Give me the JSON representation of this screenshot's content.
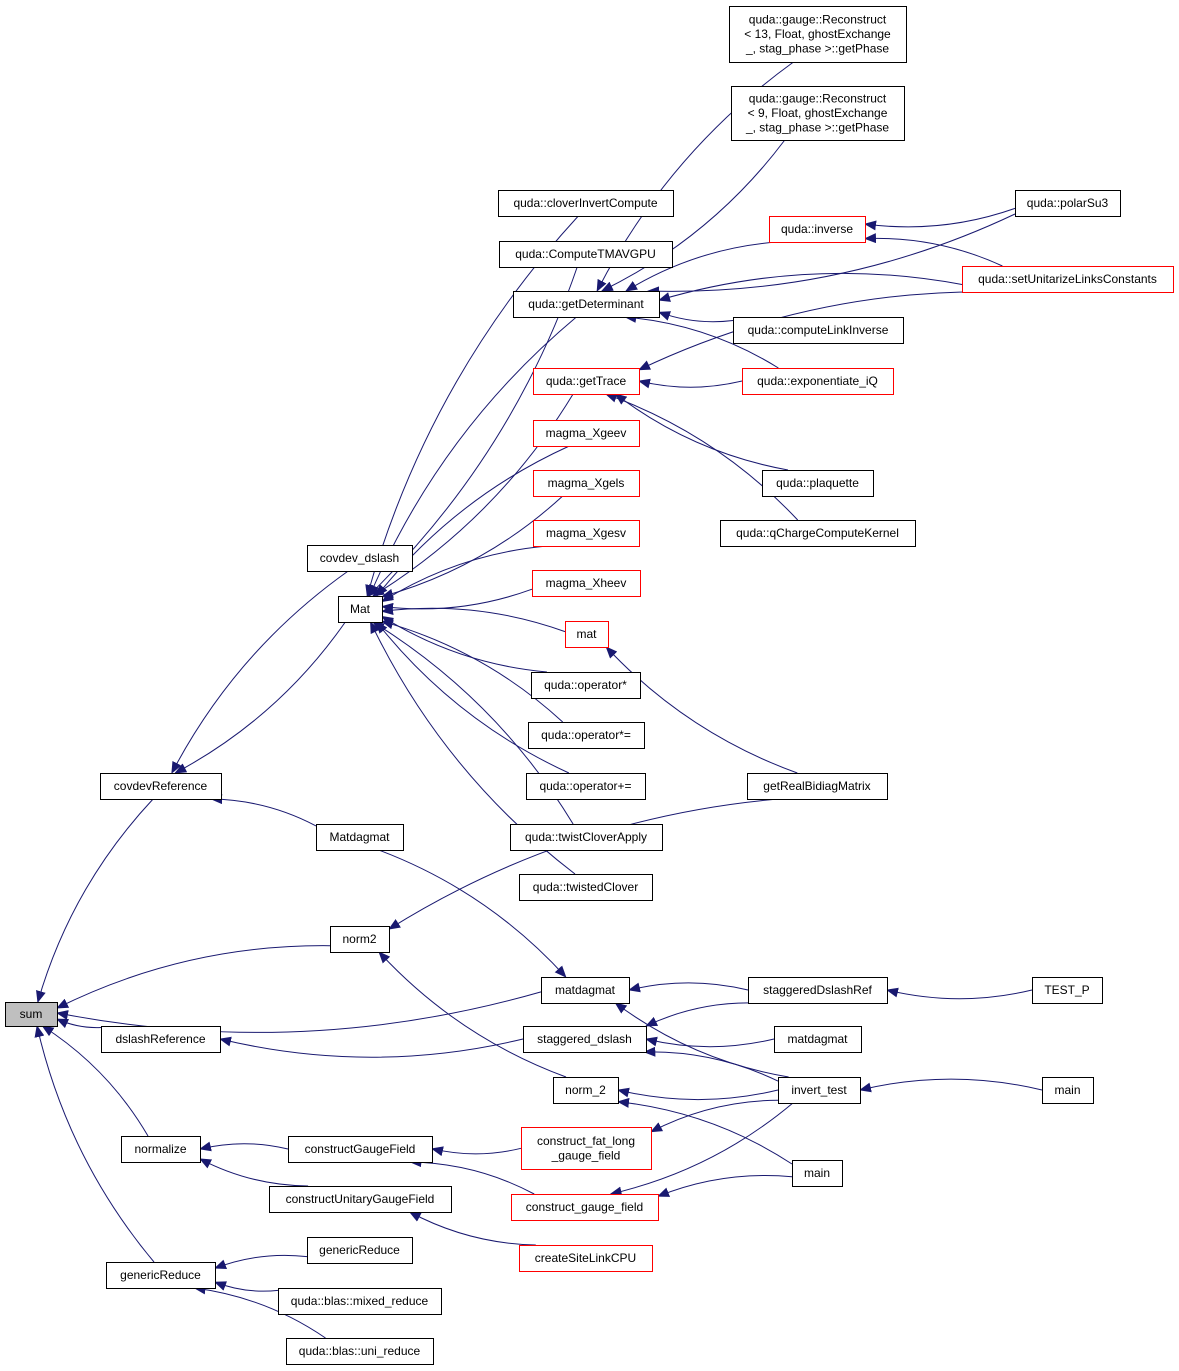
{
  "colors": {
    "edge": "#191970",
    "node_border": "#000000",
    "truncated_border": "#ff0000",
    "root_fill": "#bfbfbf"
  },
  "nodes": [
    {
      "id": "sum",
      "lines": [
        "sum"
      ],
      "style": "root"
    },
    {
      "id": "covdevReference",
      "lines": [
        "covdevReference"
      ]
    },
    {
      "id": "dslashReference",
      "lines": [
        "dslashReference"
      ]
    },
    {
      "id": "normalize",
      "lines": [
        "normalize"
      ]
    },
    {
      "id": "genericReduce",
      "lines": [
        "genericReduce"
      ]
    },
    {
      "id": "norm2",
      "lines": [
        "norm2"
      ]
    },
    {
      "id": "matdagmat1",
      "lines": [
        "matdagmat"
      ]
    },
    {
      "id": "covdev_dslash",
      "lines": [
        "covdev_dslash"
      ]
    },
    {
      "id": "Mat",
      "lines": [
        "Mat"
      ]
    },
    {
      "id": "Matdagmat",
      "lines": [
        "Matdagmat"
      ]
    },
    {
      "id": "staggered_dslash",
      "lines": [
        "staggered_dslash"
      ]
    },
    {
      "id": "norm_2",
      "lines": [
        "norm_2"
      ]
    },
    {
      "id": "constructGaugeField",
      "lines": [
        "constructGaugeField"
      ]
    },
    {
      "id": "constructUnitaryGaugeField",
      "lines": [
        "constructUnitaryGaugeField"
      ]
    },
    {
      "id": "genericReduce2",
      "lines": [
        "genericReduce"
      ]
    },
    {
      "id": "mixed_reduce",
      "lines": [
        "quda::blas::mixed_reduce"
      ]
    },
    {
      "id": "uni_reduce",
      "lines": [
        "quda::blas::uni_reduce"
      ]
    },
    {
      "id": "cloverInvertCompute",
      "lines": [
        "quda::cloverInvertCompute"
      ]
    },
    {
      "id": "ComputeTMAVGPU",
      "lines": [
        "quda::ComputeTMAVGPU"
      ]
    },
    {
      "id": "getDeterminant",
      "lines": [
        "quda::getDeterminant"
      ]
    },
    {
      "id": "getTrace",
      "lines": [
        "quda::getTrace"
      ],
      "style": "red"
    },
    {
      "id": "magma_Xgeev",
      "lines": [
        "magma_Xgeev"
      ],
      "style": "red"
    },
    {
      "id": "magma_Xgels",
      "lines": [
        "magma_Xgels"
      ],
      "style": "red"
    },
    {
      "id": "magma_Xgesv",
      "lines": [
        "magma_Xgesv"
      ],
      "style": "red"
    },
    {
      "id": "magma_Xheev",
      "lines": [
        "magma_Xheev"
      ],
      "style": "red"
    },
    {
      "id": "mat",
      "lines": [
        "mat"
      ],
      "style": "red"
    },
    {
      "id": "opMul",
      "lines": [
        "quda::operator*"
      ]
    },
    {
      "id": "opMulEq",
      "lines": [
        "quda::operator*="
      ]
    },
    {
      "id": "opAddEq",
      "lines": [
        "quda::operator+="
      ]
    },
    {
      "id": "twistCloverApply",
      "lines": [
        "quda::twistCloverApply"
      ]
    },
    {
      "id": "twistedClover",
      "lines": [
        "quda::twistedClover"
      ]
    },
    {
      "id": "reconstruct13",
      "lines": [
        "quda::gauge::Reconstruct",
        "< 13, Float, ghostExchange",
        "_, stag_phase >::getPhase"
      ]
    },
    {
      "id": "reconstruct9",
      "lines": [
        "quda::gauge::Reconstruct",
        "< 9, Float, ghostExchange",
        "_, stag_phase >::getPhase"
      ]
    },
    {
      "id": "inverse",
      "lines": [
        "quda::inverse"
      ],
      "style": "red"
    },
    {
      "id": "computeLinkInverse",
      "lines": [
        "quda::computeLinkInverse"
      ]
    },
    {
      "id": "exponentiate_iQ",
      "lines": [
        "quda::exponentiate_iQ"
      ],
      "style": "red"
    },
    {
      "id": "plaquette",
      "lines": [
        "quda::plaquette"
      ]
    },
    {
      "id": "qChargeComputeKernel",
      "lines": [
        "quda::qChargeComputeKernel"
      ]
    },
    {
      "id": "polarSu3",
      "lines": [
        "quda::polarSu3"
      ]
    },
    {
      "id": "setUnitarizeLinksConstants",
      "lines": [
        "quda::setUnitarizeLinksConstants"
      ],
      "style": "red"
    },
    {
      "id": "getRealBidiagMatrix",
      "lines": [
        "getRealBidiagMatrix"
      ]
    },
    {
      "id": "staggeredDslashRef",
      "lines": [
        "staggeredDslashRef"
      ]
    },
    {
      "id": "matdagmat2",
      "lines": [
        "matdagmat"
      ]
    },
    {
      "id": "invert_test",
      "lines": [
        "invert_test"
      ]
    },
    {
      "id": "construct_fat_long",
      "lines": [
        "construct_fat_long",
        "_gauge_field"
      ],
      "style": "red"
    },
    {
      "id": "construct_gauge_field",
      "lines": [
        "construct_gauge_field"
      ],
      "style": "red"
    },
    {
      "id": "createSiteLinkCPU",
      "lines": [
        "createSiteLinkCPU"
      ],
      "style": "red"
    },
    {
      "id": "main1",
      "lines": [
        "main"
      ]
    },
    {
      "id": "TEST_P",
      "lines": [
        "TEST_P"
      ]
    },
    {
      "id": "main2",
      "lines": [
        "main"
      ]
    }
  ],
  "edges": [
    [
      "covdevReference",
      "sum"
    ],
    [
      "dslashReference",
      "sum"
    ],
    [
      "normalize",
      "sum"
    ],
    [
      "genericReduce",
      "sum"
    ],
    [
      "norm2",
      "sum"
    ],
    [
      "matdagmat1",
      "sum"
    ],
    [
      "covdev_dslash",
      "covdevReference"
    ],
    [
      "Mat",
      "covdevReference"
    ],
    [
      "Matdagmat",
      "covdevReference"
    ],
    [
      "staggered_dslash",
      "dslashReference"
    ],
    [
      "constructGaugeField",
      "normalize"
    ],
    [
      "constructUnitaryGaugeField",
      "normalize"
    ],
    [
      "genericReduce2",
      "genericReduce"
    ],
    [
      "mixed_reduce",
      "genericReduce"
    ],
    [
      "uni_reduce",
      "genericReduce"
    ],
    [
      "norm_2",
      "norm2"
    ],
    [
      "getRealBidiagMatrix",
      "norm2"
    ],
    [
      "Matdagmat",
      "matdagmat1"
    ],
    [
      "staggeredDslashRef",
      "matdagmat1"
    ],
    [
      "invert_test",
      "matdagmat1"
    ],
    [
      "cloverInvertCompute",
      "Mat"
    ],
    [
      "ComputeTMAVGPU",
      "Mat"
    ],
    [
      "getDeterminant",
      "Mat"
    ],
    [
      "getTrace",
      "Mat"
    ],
    [
      "magma_Xgeev",
      "Mat"
    ],
    [
      "magma_Xgels",
      "Mat"
    ],
    [
      "magma_Xgesv",
      "Mat"
    ],
    [
      "magma_Xheev",
      "Mat"
    ],
    [
      "mat",
      "Mat"
    ],
    [
      "opMul",
      "Mat"
    ],
    [
      "opMulEq",
      "Mat"
    ],
    [
      "opAddEq",
      "Mat"
    ],
    [
      "twistCloverApply",
      "Mat"
    ],
    [
      "twistedClover",
      "Mat"
    ],
    [
      "reconstruct13",
      "getDeterminant"
    ],
    [
      "reconstruct9",
      "getDeterminant"
    ],
    [
      "inverse",
      "getDeterminant"
    ],
    [
      "polarSu3",
      "getDeterminant"
    ],
    [
      "setUnitarizeLinksConstants",
      "getDeterminant"
    ],
    [
      "computeLinkInverse",
      "getDeterminant"
    ],
    [
      "exponentiate_iQ",
      "getDeterminant"
    ],
    [
      "polarSu3",
      "inverse"
    ],
    [
      "setUnitarizeLinksConstants",
      "inverse"
    ],
    [
      "exponentiate_iQ",
      "getTrace"
    ],
    [
      "setUnitarizeLinksConstants",
      "getTrace"
    ],
    [
      "plaquette",
      "getTrace"
    ],
    [
      "qChargeComputeKernel",
      "getTrace"
    ],
    [
      "getRealBidiagMatrix",
      "mat"
    ],
    [
      "staggeredDslashRef",
      "staggered_dslash"
    ],
    [
      "matdagmat2",
      "staggered_dslash"
    ],
    [
      "invert_test",
      "staggered_dslash"
    ],
    [
      "invert_test",
      "norm_2"
    ],
    [
      "main1",
      "norm_2"
    ],
    [
      "TEST_P",
      "staggeredDslashRef"
    ],
    [
      "main2",
      "invert_test"
    ],
    [
      "construct_fat_long",
      "constructGaugeField"
    ],
    [
      "construct_gauge_field",
      "constructGaugeField"
    ],
    [
      "createSiteLinkCPU",
      "constructUnitaryGaugeField"
    ],
    [
      "invert_test",
      "construct_fat_long"
    ],
    [
      "invert_test",
      "construct_gauge_field"
    ],
    [
      "main1",
      "construct_gauge_field"
    ]
  ]
}
